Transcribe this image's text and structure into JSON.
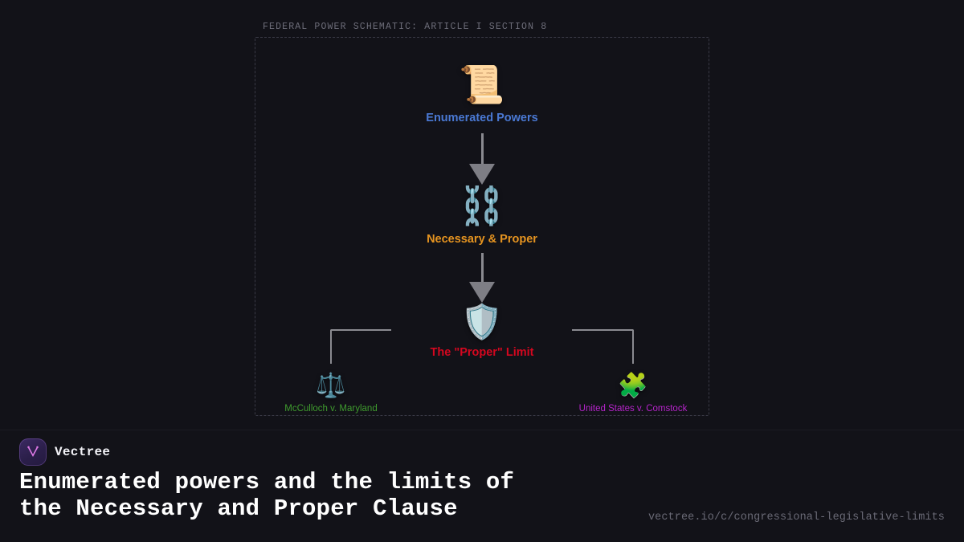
{
  "canvas": {
    "caption": "FEDERAL POWER SCHEMATIC: ARTICLE I SECTION 8",
    "frame_style": "dashed",
    "background": "#121218"
  },
  "diagram": {
    "nodes": [
      {
        "id": "enumerated-powers",
        "label": "Enumerated Powers",
        "icon": "scroll-icon",
        "glyph": "📜",
        "color": "#4a79d4"
      },
      {
        "id": "necessary-and-proper",
        "label": "Necessary & Proper",
        "icon": "chains-icon",
        "glyph": "⛓️",
        "color": "#e69420"
      },
      {
        "id": "proper-limit",
        "label": "The \"Proper\" Limit",
        "icon": "shield-icon",
        "glyph": "🛡️",
        "color": "#d4071f"
      },
      {
        "id": "mcculloch-v-maryland",
        "label": "McCulloch v. Maryland",
        "icon": "balance-scale-icon",
        "glyph": "⚖️",
        "color": "#3f9b2e"
      },
      {
        "id": "united-states-v-comstock",
        "label": "United States v. Comstock",
        "icon": "puzzle-piece-icon",
        "glyph": "🧩",
        "color": "#b524c9"
      }
    ],
    "edges": [
      {
        "from": "enumerated-powers",
        "to": "necessary-and-proper",
        "style": "arrow"
      },
      {
        "from": "necessary-and-proper",
        "to": "proper-limit",
        "style": "arrow"
      },
      {
        "from": "proper-limit",
        "to": "mcculloch-v-maryland",
        "style": "bracket"
      },
      {
        "from": "proper-limit",
        "to": "united-states-v-comstock",
        "style": "bracket"
      }
    ],
    "connector_color": "#8a8a90"
  },
  "footer": {
    "brand": "Vectree",
    "logo_icon": "vectree-branch-logo",
    "title": "Enumerated powers and the limits of\nthe Necessary and Proper Clause",
    "url": "vectree.io/c/congressional-legislative-limits",
    "accent": "#b07ae6"
  }
}
